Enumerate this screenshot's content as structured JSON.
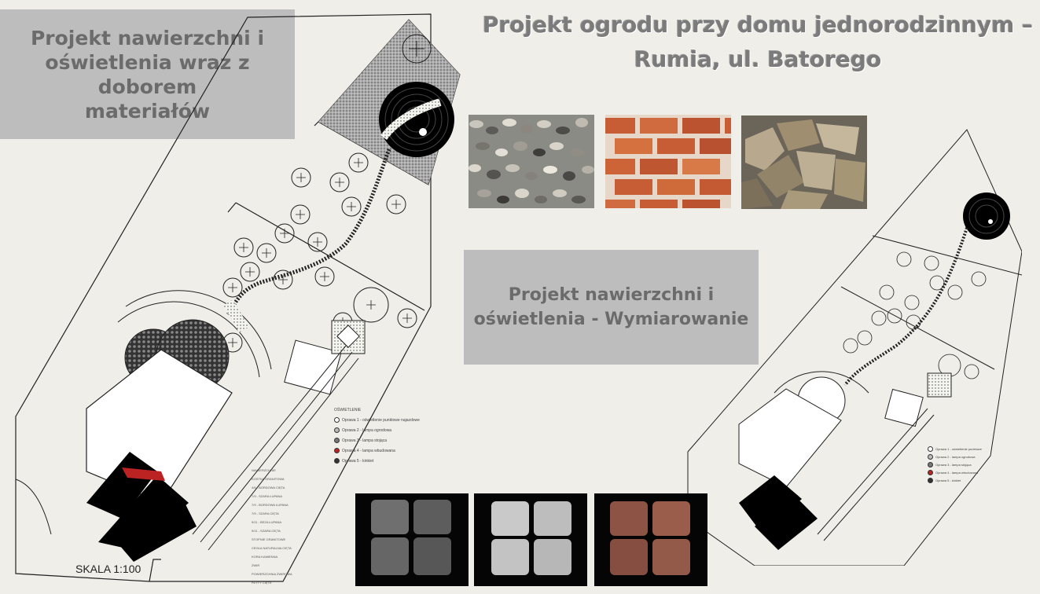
{
  "header": {
    "title_line1": "Projekt ogrodu przy domu jednorodzinnym –",
    "title_line2": "Rumia, ul. Batorego"
  },
  "panels": {
    "materials_line1": "Projekt nawierzchni i",
    "materials_line2": "oświetlenia wraz z doborem",
    "materials_line3": "materiałów",
    "dimensions_line1": "Projekt nawierzchni i",
    "dimensions_line2": "oświetlenia - Wymiarowanie"
  },
  "plan": {
    "scale": "SKALA 1:100"
  },
  "legend_left": {
    "heading": "OŚWIETLENIE",
    "items": [
      "Oprawa 1 - oświetlenie punktowe najazdowe",
      "Oprawa 2 - lampa ogrodowa",
      "Oprawa 3 - lampa stojąca",
      "Oprawa 4 - lampa wbudowana",
      "Oprawa 5 - kinkiet"
    ]
  },
  "legend_right": {
    "items": [
      "Oprawa 1 - oświetlenie punktowe",
      "Oprawa 2 - lampa ogrodowa",
      "Oprawa 3 - lampa stojąca",
      "Oprawa 4 - lampa wbudowana",
      "Oprawa 5 - kinkiet"
    ]
  },
  "materials_list": [
    "NAWIERZCHNIE",
    "KOSTKA GRANITOWA",
    "4/6 - BORDOWA CIĘTA",
    "7/9 - SZARA ŁUPANA",
    "7/9 - BORDOWA ŁUPANA",
    "7/9 - SZARA CIĘTA",
    "9/11 - BEZA ŁUPANA",
    "9/11 - SZARA CIĘTA",
    "STOPNIE GRANITOWE",
    "CEGŁA NATURALNA CIĘTA",
    "KORA KAMIENNA",
    "ŻWIR",
    "POWIERZCHNIA ŻWIROWA",
    "PŁYTY CIĘTE"
  ],
  "colors": {
    "title_box": "#bdbdbd",
    "title_text": "#6b6b6b",
    "background": "#efeee8",
    "brick": "#b5522f",
    "red_cobble": "#8a4a3a"
  }
}
